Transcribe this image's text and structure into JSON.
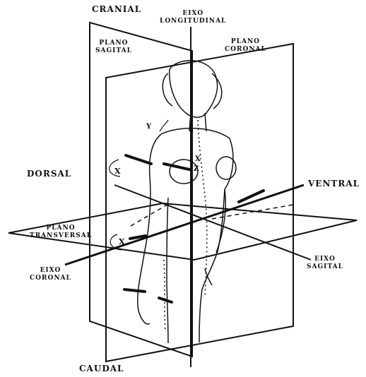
{
  "labels": {
    "cranial": "CRANIAL",
    "caudal": "CAUDAL",
    "dorsal": "DORSAL",
    "ventral": "VENTRAL",
    "longitudinal_axis": [
      "EIXO",
      "LONGITUDINAL"
    ],
    "sagittal_plane": [
      "PLANO",
      "SAGITAL"
    ],
    "coronal_plane": [
      "PLANO",
      "CORONAL"
    ],
    "transverse_plane": [
      "PLANO",
      "TRANSVERSAL"
    ],
    "coronal_axis": [
      "EIXO",
      "CORONAL"
    ],
    "sagittal_axis": [
      "EIXO",
      "SAGITAL"
    ]
  },
  "rotation_markers": [
    "X",
    "X",
    "Y",
    "Z",
    "X"
  ]
}
